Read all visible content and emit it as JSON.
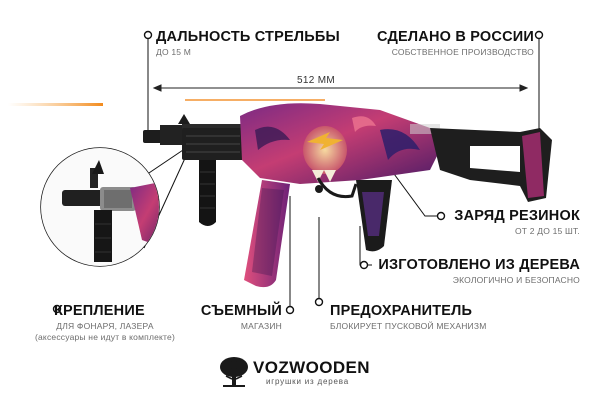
{
  "callouts": {
    "range": {
      "title": "ДАЛЬНОСТЬ СТРЕЛЬБЫ",
      "sub": "до 15 м"
    },
    "made": {
      "title": "СДЕЛАНО В РОССИИ",
      "sub": "собственное производство"
    },
    "length": {
      "value": "512 ММ"
    },
    "ammo": {
      "title": "ЗАРЯД РЕЗИНОК",
      "sub": "от 2 до 15 шт."
    },
    "wood": {
      "title": "ИЗГОТОВЛЕНО ИЗ ДЕРЕВА",
      "sub": "экологично и безопасно"
    },
    "mount": {
      "title": "КРЕПЛЕНИЕ",
      "sub1": "для фонаря, лазера",
      "sub2": "(аксессуары не идут в комплекте)"
    },
    "mag": {
      "title": "СЪЕМНЫЙ",
      "sub": "магазин"
    },
    "safety": {
      "title": "ПРЕДОХРАНИТЕЛЬ",
      "sub": "блокирует пусковой механизм"
    }
  },
  "brand": {
    "name": "VOZWOODEN",
    "slogan": "игрушки из дерева"
  },
  "colors": {
    "accent_orange": "#f28a1c",
    "body_purple": "#6a1f6e",
    "pink": "#d6457b",
    "dark": "#1c1c1c"
  },
  "icons": [
    "tree-logo-icon",
    "callout-dot-icon"
  ]
}
